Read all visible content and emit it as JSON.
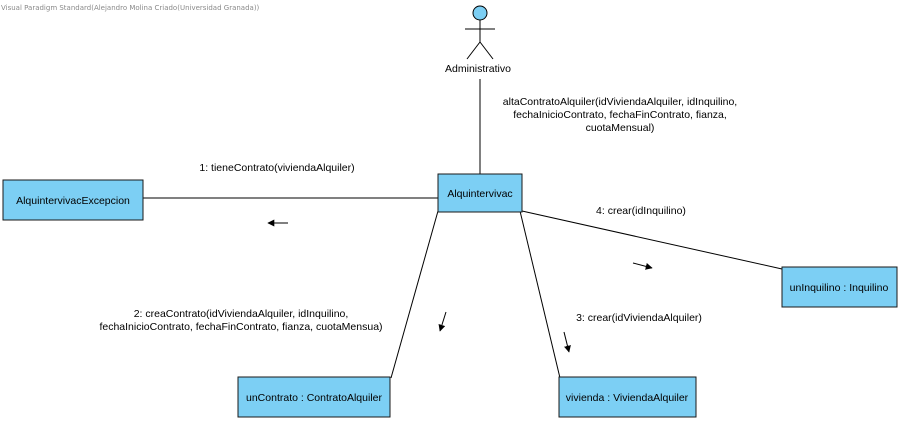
{
  "watermark": "Visual Paradigm Standard(Alejandro Molina Criado(Universidad Granada))",
  "colors": {
    "object_fill": "#7CCFF4",
    "object_border": "#1a1a1a",
    "actor_head": "#7CCFF4",
    "line": "#000000"
  },
  "actor": {
    "name": "Administrativo",
    "message": [
      "altaContratoAlquiler(idViviendaAlquiler, idInquilino,",
      "fechaInicioContrato, fechaFinContrato, fianza,",
      "cuotaMensual)"
    ]
  },
  "objects": {
    "center": "AlquintervivacExcepcion",
    "controller": "Alquintervivac",
    "inquilino": "unInquilino : Inquilino",
    "contrato": "unContrato : ContratoAlquiler",
    "vivienda": "vivienda : ViviendaAlquiler"
  },
  "messages": {
    "m1": [
      "1: tieneContrato(viviendaAlquiler)"
    ],
    "m2": [
      "2: creaContrato(idViviendaAlquiler, idInquilino,",
      "fechaInicioContrato, fechaFinContrato, fianza, cuotaMensua)"
    ],
    "m3": [
      "3: crear(idViviendaAlquiler)"
    ],
    "m4": [
      "4: crear(idInquilino)"
    ]
  }
}
